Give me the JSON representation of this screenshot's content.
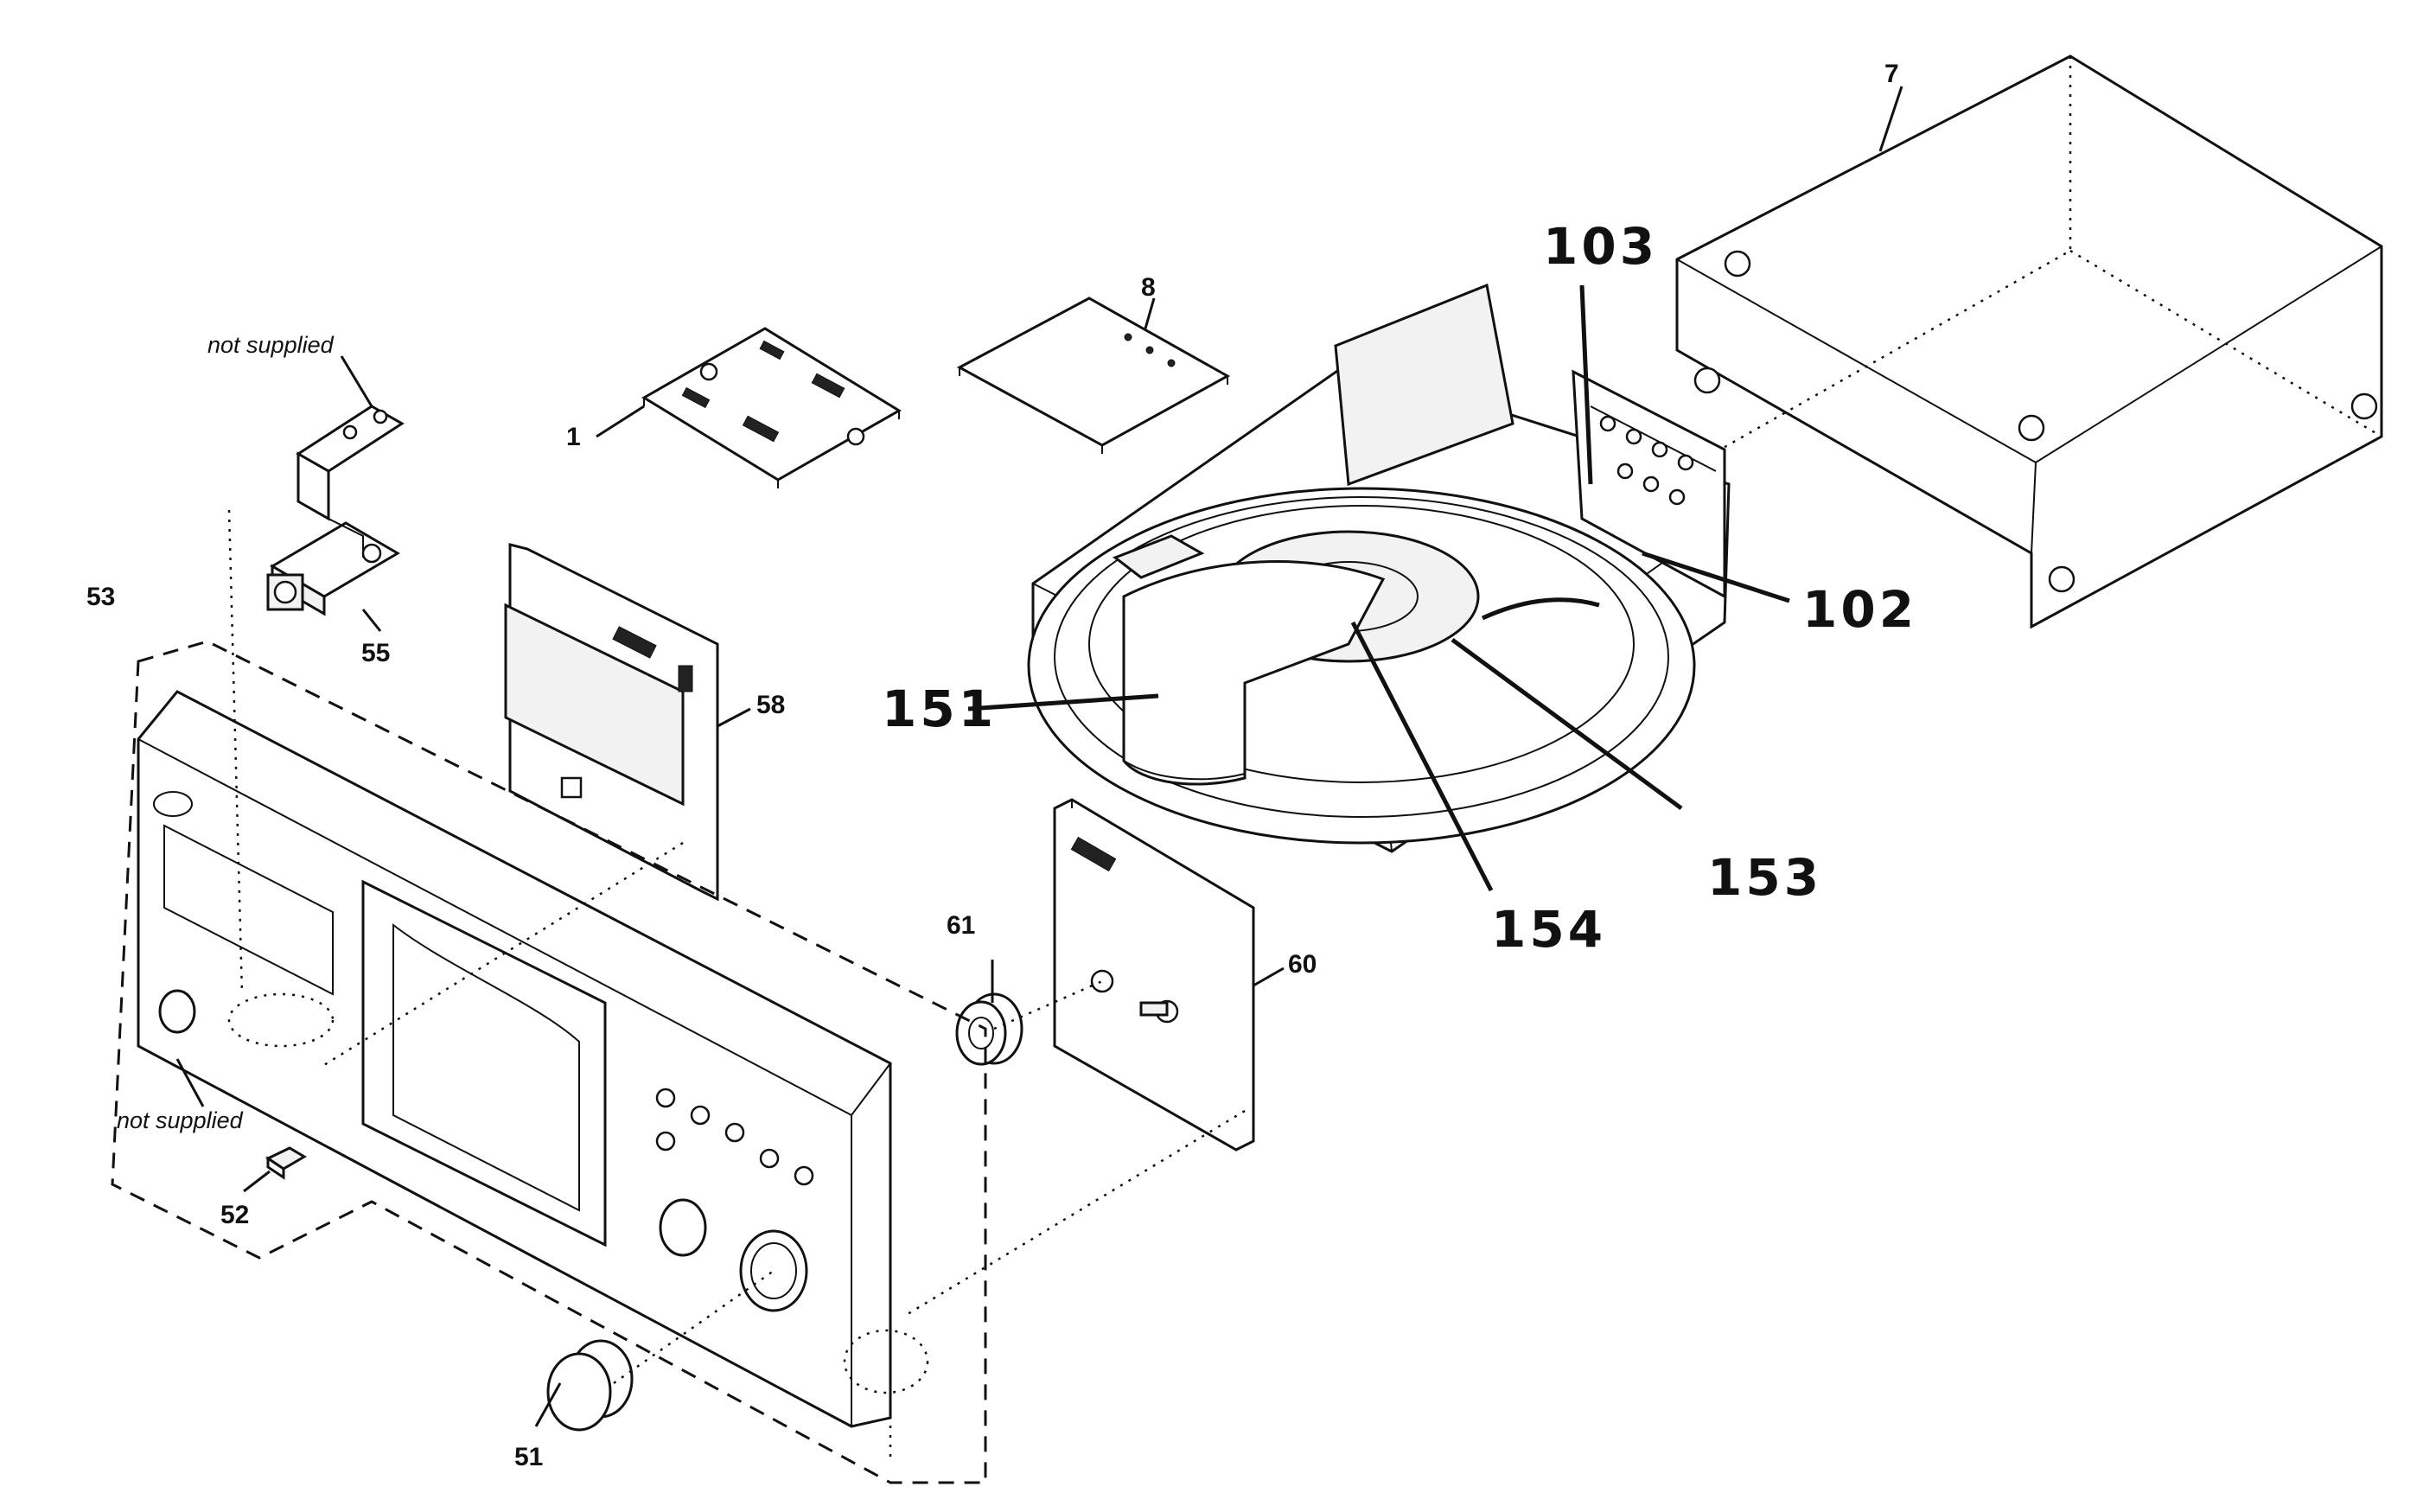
{
  "labels": {
    "p1": "1",
    "p7": "7",
    "p8": "8",
    "p51": "51",
    "p52": "52",
    "p53": "53",
    "p55": "55",
    "p58": "58",
    "p60": "60",
    "p61": "61",
    "p102": "102",
    "p103": "103",
    "p151": "151",
    "p153": "153",
    "p154": "154"
  },
  "notes": {
    "not_supplied_top": "not supplied",
    "not_supplied_bottom": "not supplied"
  }
}
